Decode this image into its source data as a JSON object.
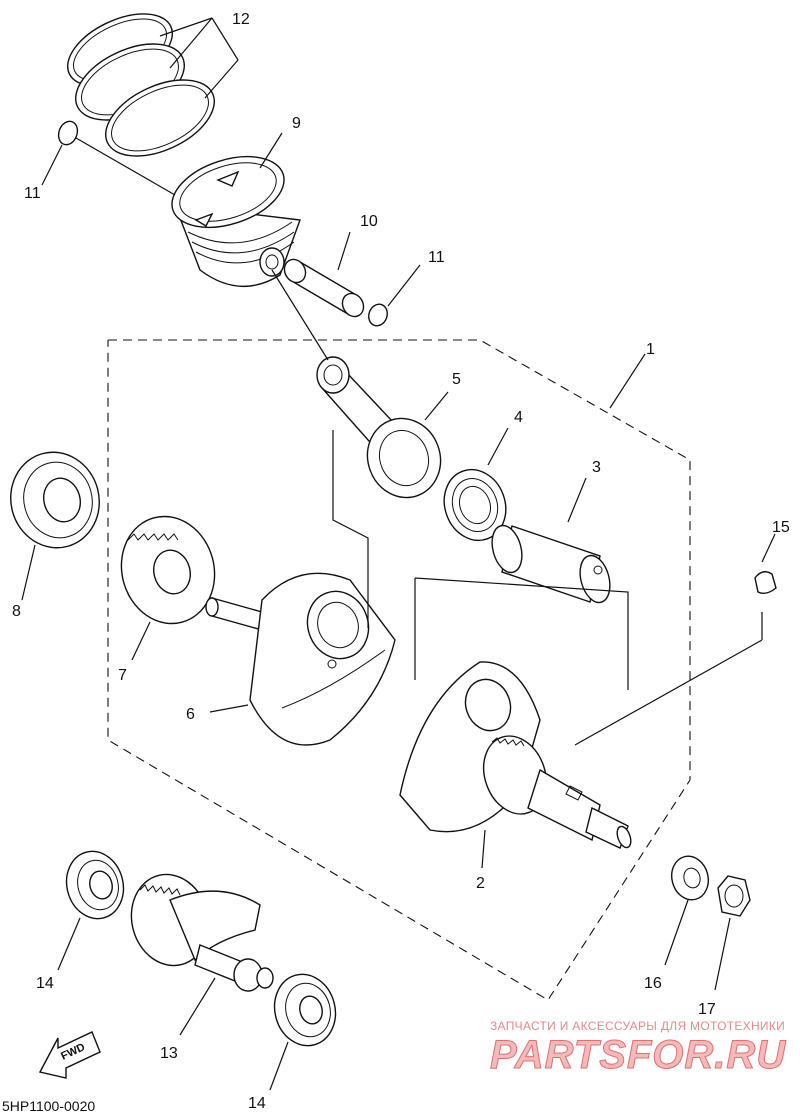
{
  "callouts": {
    "c1": "1",
    "c2": "2",
    "c3": "3",
    "c4": "4",
    "c5": "5",
    "c6": "6",
    "c7": "7",
    "c8": "8",
    "c9": "9",
    "c10": "10",
    "c11a": "11",
    "c11b": "11",
    "c12": "12",
    "c13": "13",
    "c14a": "14",
    "c14b": "14",
    "c15": "15",
    "c16": "16",
    "c17": "17"
  },
  "diagram_code": "5HP1100-0020",
  "fwd_label": "FWD",
  "watermark": {
    "tagline": "ЗАПЧАСТИ И АКСЕССУАРЫ ДЛЯ МОТОТЕХНИКИ",
    "logo": "PARTSFOR.RU"
  },
  "colors": {
    "line": "#111111",
    "watermark": "#e07070",
    "background": "#ffffff"
  }
}
